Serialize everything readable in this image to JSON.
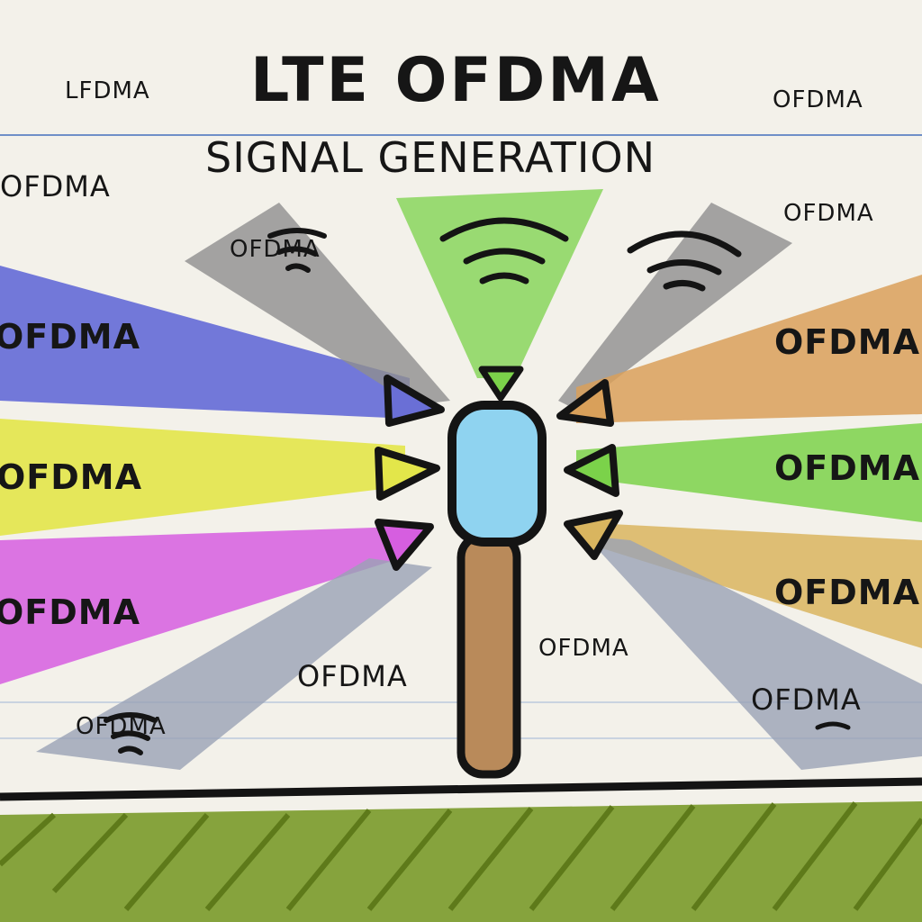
{
  "title": "LTE OFDMA",
  "subtitle": "SIGNAL GENERATION",
  "labels": {
    "top_left_corner": "LFDMA",
    "top_right_corner": "OFDMA",
    "left_upper": "OFDMA",
    "right_upper": "OFDMA",
    "grey_beam_left": "OFDMA",
    "blue_beam": "OFDMA",
    "yellow_beam": "OFDMA",
    "magenta_beam": "OFDMA",
    "lower_center_left": "OFDMA",
    "lower_center_right": "OFDMA",
    "lower_left_beam": "OFDMA",
    "orange_beam": "OFDMA",
    "green_beam": "OFDMA",
    "tan_beam": "OFDMA",
    "grey_beam_lower_right": "OFDMA"
  },
  "colors": {
    "background": "#f3f1ea",
    "blue": "#5a63d6",
    "yellow": "#e3e64a",
    "magenta": "#d65ee0",
    "grey": "#8e8e8e",
    "green": "#7bd24a",
    "orange": "#d9a05a",
    "tan": "#d9b55f",
    "lamp": "#8fd3f0",
    "pole": "#b98a5a",
    "grass": "#7a9a2a"
  }
}
